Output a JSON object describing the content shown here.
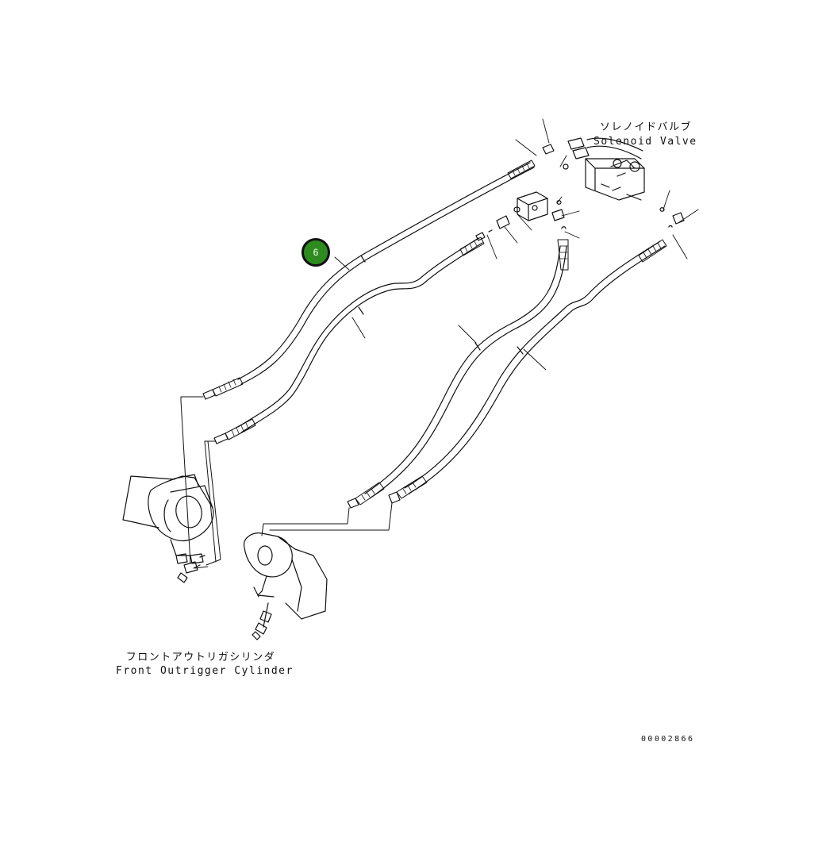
{
  "labels": {
    "solenoid_jp": "ソレノイドバルブ",
    "solenoid_en": "Solenoid Valve",
    "cylinder_jp": "フロントアウトリガシリンダ",
    "cylinder_en": "Front Outrigger Cylinder"
  },
  "callout": {
    "number": "6",
    "color": "#2e8b1e"
  },
  "document_number": "00002866",
  "line_color": "#111111"
}
